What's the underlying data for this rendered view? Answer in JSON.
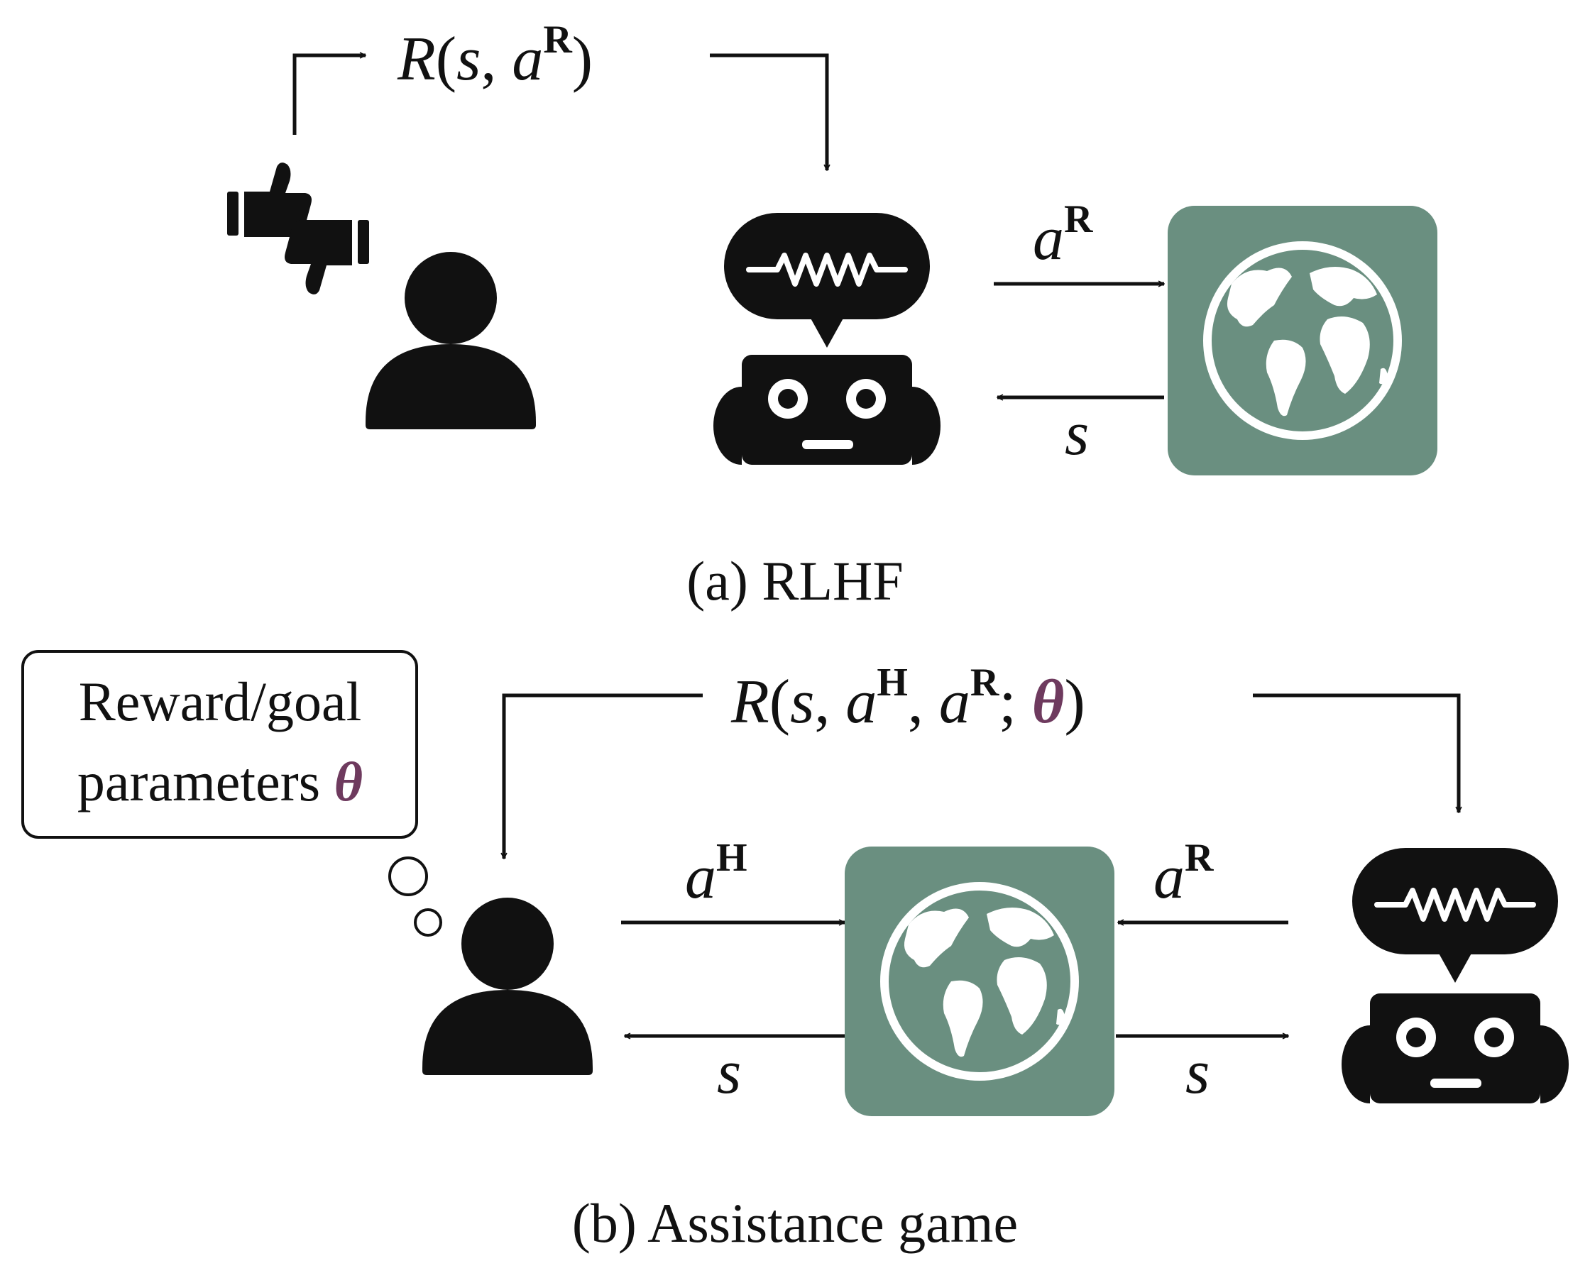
{
  "panel_a": {
    "caption": "(a) RLHF",
    "reward_R": "R",
    "reward_open": "(",
    "reward_s": "s",
    "reward_comma": ", ",
    "reward_a": "a",
    "reward_sup": "R",
    "reward_close": ")",
    "action_a": "a",
    "action_sup": "R",
    "state_s": "s"
  },
  "panel_b": {
    "caption": "(b) Assistance game",
    "box_line1": "Reward/goal",
    "box_line2": "parameters ",
    "box_theta": "θ",
    "reward_R": "R",
    "reward_open": "(",
    "reward_s": "s",
    "reward_comma1": ", ",
    "reward_aH": "a",
    "reward_supH": "H",
    "reward_comma2": ", ",
    "reward_aR": "a",
    "reward_supR": "R",
    "reward_semi": "; ",
    "reward_theta": "θ",
    "reward_close": ")",
    "human_action_a": "a",
    "human_action_sup": "H",
    "robot_action_a": "a",
    "robot_action_sup": "R",
    "state_left": "s",
    "state_right": "s"
  },
  "colors": {
    "world_bg": "#6a8f80",
    "theta": "#6e3a5e",
    "ink": "#111111"
  },
  "icons": [
    "thumbs-up-icon",
    "thumbs-down-icon",
    "person-icon",
    "robot-icon",
    "speech-bubble-icon",
    "globe-icon",
    "thought-bubble-icon"
  ]
}
